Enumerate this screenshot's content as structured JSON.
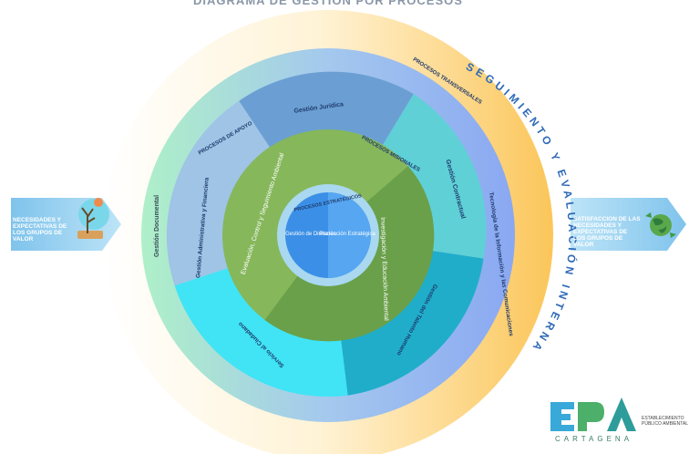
{
  "title": "DIAGRAMA DE GESTIÓN POR PROCESOS",
  "outer_ring": {
    "label": "SEGUIMIENTO Y EVALUACIÓN INTERNA"
  },
  "transversal": {
    "header": "PROCESOS TRANSVERSALES",
    "items": [
      "Gestión Documental",
      "Tecnología de la Información y las Comunicaciones"
    ]
  },
  "apoyo": {
    "header": "PROCESOS DE APOYO",
    "items": [
      "Gestión Jurídica",
      "Gestión Contractual",
      "Gestión del Talento Humano",
      "Servicio al Ciudadano",
      "Gestión Administrativa y Financiera"
    ]
  },
  "misionales": {
    "header": "PROCESOS MISIONALES",
    "items": [
      "Evaluación, Control y Seguimiento Ambiental",
      "Investigación y Educación Ambiental"
    ]
  },
  "estrategicos": {
    "header": "PROCESOS ESTRATÉGICOS",
    "left": "Gestión de Dirección",
    "right": "Planeación Estratégica"
  },
  "inputs": {
    "label": "NECESIDADES Y EXPECTATIVAS DE LOS GRUPOS DE VALOR",
    "icon": "tree-icon"
  },
  "outputs": {
    "label": "SATISFACCION DE LAS NECESIDADES Y EXPECTATIVAS DE LOS GRUPOS DE VALOR",
    "icon": "globe-recycle-icon"
  },
  "logo": {
    "mark": "EPA",
    "subtitle": "ESTABLECIMIENTO PÚBLICO AMBIENTAL",
    "city": "CARTAGENA"
  },
  "colors": {
    "outer_ring": "#fbd06c",
    "transversal": "#93b8f0",
    "apoyo_top": "#6b9fd4",
    "apoyo_right": "#63d3d6",
    "apoyo_bottom": "#20aece",
    "apoyo_bottomleft": "#3fe3f2",
    "misional_light": "#86b75b",
    "misional_dark": "#6aa04a",
    "estrategico": "#3b8fe6"
  }
}
